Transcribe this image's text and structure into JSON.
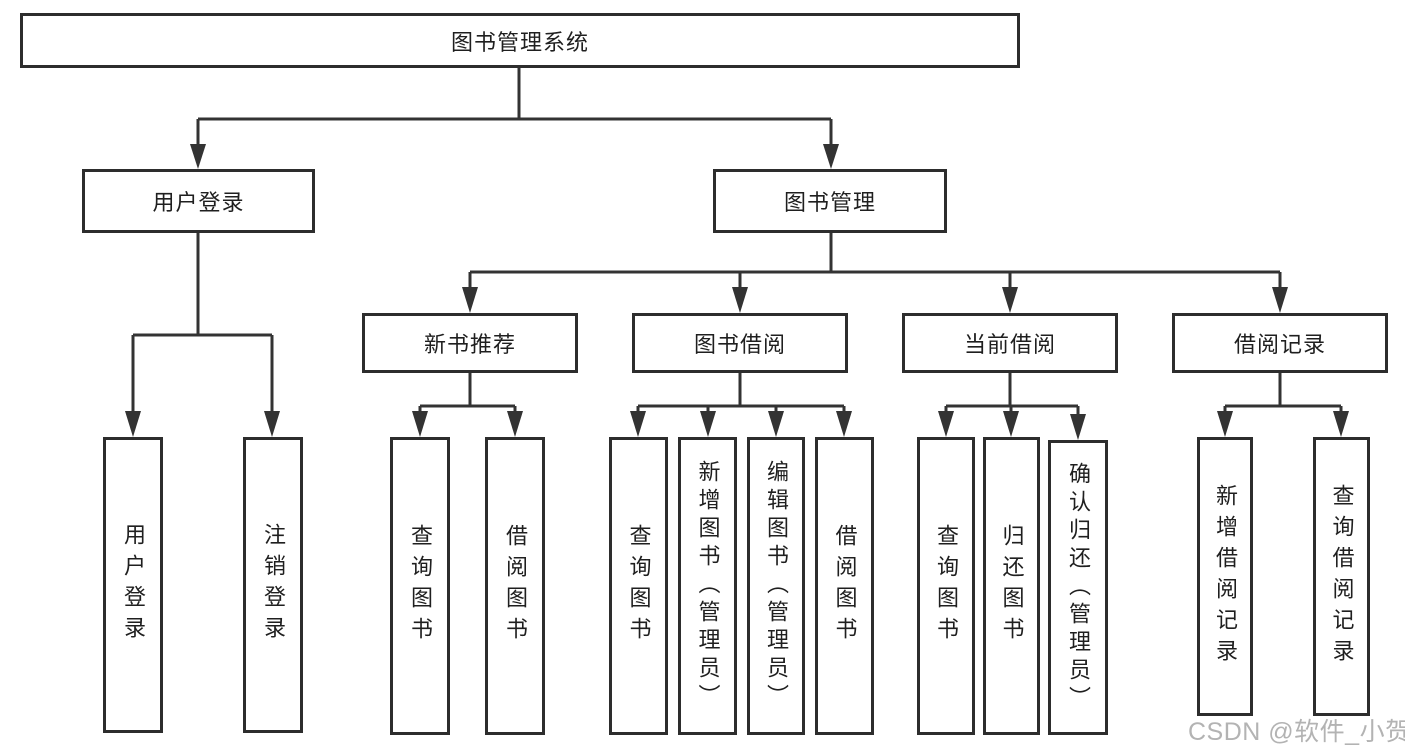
{
  "diagram": {
    "watermark": "CSDN @软件_小贺同学",
    "colors": {
      "line": "#333333",
      "border": "#2d2d2d",
      "text": "#1f1f1f",
      "watermark": "#b3b3b3",
      "background": "#ffffff"
    },
    "root": {
      "label": "图书管理系统"
    },
    "branches": [
      {
        "label": "用户登录",
        "children": [
          {
            "label": "用户登录"
          },
          {
            "label": "注销登录"
          }
        ]
      },
      {
        "label": "图书管理",
        "children": [
          {
            "label": "新书推荐",
            "children": [
              {
                "label": "查询图书"
              },
              {
                "label": "借阅图书"
              }
            ]
          },
          {
            "label": "图书借阅",
            "children": [
              {
                "label": "查询图书"
              },
              {
                "label": "新增图书（管理员）"
              },
              {
                "label": "编辑图书（管理员）"
              },
              {
                "label": "借阅图书"
              }
            ]
          },
          {
            "label": "当前借阅",
            "children": [
              {
                "label": "查询图书"
              },
              {
                "label": "归还图书"
              },
              {
                "label": "确认归还（管理员）"
              }
            ]
          },
          {
            "label": "借阅记录",
            "children": [
              {
                "label": "新增借阅记录"
              },
              {
                "label": "查询借阅记录"
              }
            ]
          }
        ]
      }
    ]
  }
}
